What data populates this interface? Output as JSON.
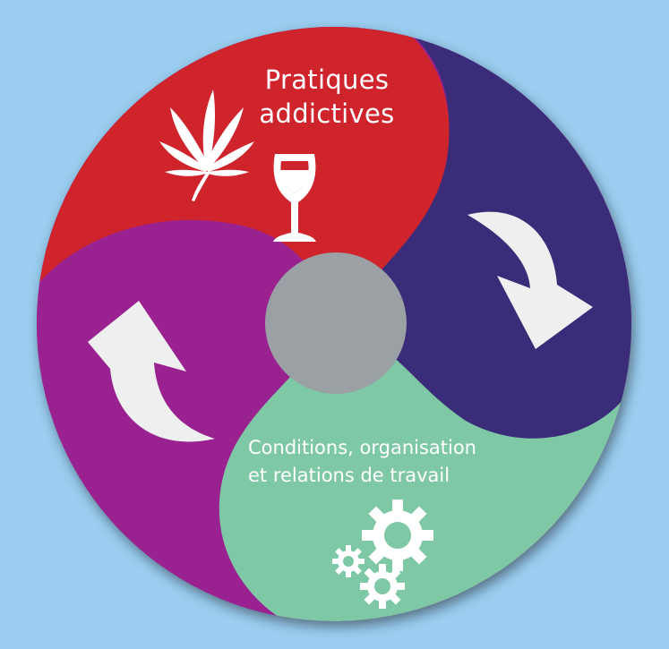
{
  "top_segment": {
    "label_line1": "Pratiques",
    "label_line2": "addictives",
    "icons": [
      "cannabis-leaf-icon",
      "wine-glass-icon"
    ]
  },
  "bottom_segment": {
    "label_line1": "Conditions, organisation",
    "label_line2": "et relations de travail",
    "icons": [
      "gears-icon"
    ]
  },
  "colors": {
    "background": "#9acdf0",
    "red": "#d0242d",
    "navy": "#3b2c7a",
    "mint": "#7fc8a5",
    "purple": "#9a2290",
    "hub": "#9aa0a4",
    "arrow": "#eef0f0"
  }
}
